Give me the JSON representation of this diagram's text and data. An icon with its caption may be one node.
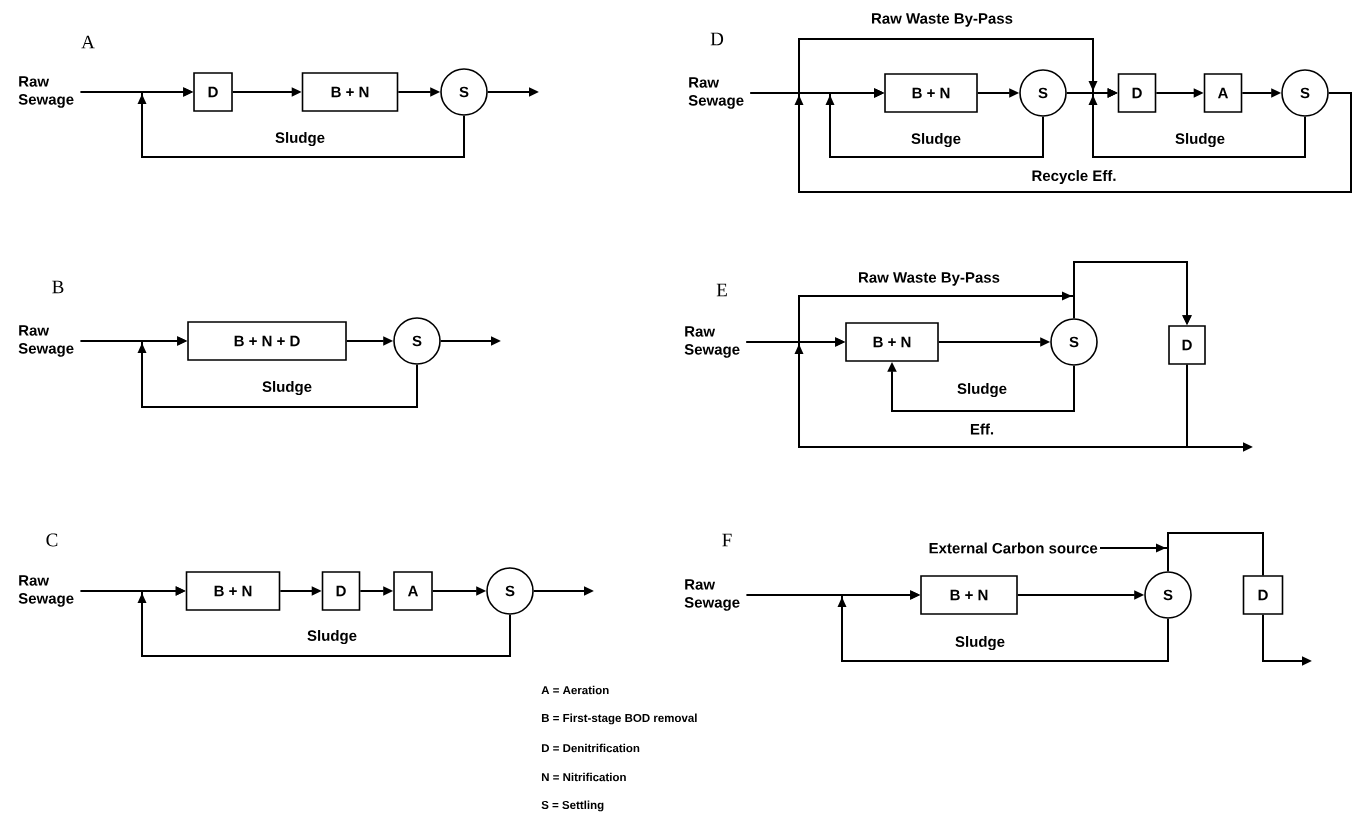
{
  "diagram": {
    "nodes": [
      {
        "text": [
          "Raw Sewage"
        ]
      },
      {
        "text": [
          "D"
        ]
      },
      {
        "text": [
          "B + N"
        ]
      },
      {
        "text": [
          "S"
        ]
      },
      {
        "text": [
          "Raw Sewage"
        ]
      },
      {
        "text": [
          "B + N + D"
        ]
      },
      {
        "text": [
          "S"
        ]
      },
      {
        "text": [
          "Raw Sewage"
        ]
      },
      {
        "text": [
          "B + N"
        ]
      },
      {
        "text": [
          "D"
        ]
      },
      {
        "text": [
          "A"
        ]
      },
      {
        "text": [
          "S"
        ]
      },
      {
        "text": [
          "Raw Sewage"
        ]
      },
      {
        "text": [
          "B + N"
        ]
      },
      {
        "text": [
          "S"
        ]
      },
      {
        "text": [
          "D"
        ]
      },
      {
        "text": [
          "A"
        ]
      },
      {
        "text": [
          "S"
        ]
      },
      {
        "text": [
          "Raw Sewage"
        ]
      },
      {
        "text": [
          "B + N"
        ]
      },
      {
        "text": [
          "S"
        ]
      },
      {
        "text": [
          "D"
        ]
      },
      {
        "text": [
          "Raw Sewage"
        ]
      },
      {
        "text": [
          "External Carbon source"
        ]
      },
      {
        "text": [
          "B + N"
        ]
      },
      {
        "text": [
          "S"
        ]
      },
      {
        "text": [
          "D"
        ]
      }
    ],
    "edges": [
      {
        "from": 0,
        "to": 1,
        "arrow": "to"
      },
      {
        "from": 1,
        "to": 2,
        "arrow": "to"
      },
      {
        "from": 2,
        "to": 3,
        "arrow": "to"
      },
      {
        "from": 3,
        "to": null,
        "arrow": "to"
      },
      {
        "from": 3,
        "to": 1,
        "arrow": "to",
        "label": "Sludge"
      },
      {
        "from": 4,
        "to": 5,
        "arrow": "to"
      },
      {
        "from": 5,
        "to": 6,
        "arrow": "to"
      },
      {
        "from": 6,
        "to": null,
        "arrow": "to"
      },
      {
        "from": 6,
        "to": 5,
        "arrow": "to",
        "label": "Sludge"
      },
      {
        "from": 7,
        "to": 8,
        "arrow": "to"
      },
      {
        "from": 8,
        "to": 9,
        "arrow": "to"
      },
      {
        "from": 9,
        "to": 10,
        "arrow": "to"
      },
      {
        "from": 10,
        "to": 11,
        "arrow": "to"
      },
      {
        "from": 11,
        "to": null,
        "arrow": "to"
      },
      {
        "from": 11,
        "to": 8,
        "arrow": "to",
        "label": "Sludge"
      },
      {
        "from": 12,
        "to": 13,
        "arrow": "to"
      },
      {
        "from": 12,
        "to": 15,
        "arrow": "to",
        "label": "Raw Waste By-Pass"
      },
      {
        "from": 13,
        "to": 14,
        "arrow": "to"
      },
      {
        "from": 14,
        "to": 15,
        "arrow": "to"
      },
      {
        "from": 14,
        "to": 13,
        "arrow": "to",
        "label": "Sludge"
      },
      {
        "from": 15,
        "to": 16,
        "arrow": "to"
      },
      {
        "from": 16,
        "to": 17,
        "arrow": "to"
      },
      {
        "from": 17,
        "to": 15,
        "arrow": "to",
        "label": "Sludge"
      },
      {
        "from": 17,
        "to": 13,
        "arrow": "to",
        "label": "Recycle Eff."
      },
      {
        "from": 18,
        "to": 19,
        "arrow": "to"
      },
      {
        "from": 18,
        "to": 21,
        "arrow": "to",
        "label": "Raw Waste By-Pass"
      },
      {
        "from": 19,
        "to": 20,
        "arrow": "to"
      },
      {
        "from": 20,
        "to": 21,
        "arrow": "to"
      },
      {
        "from": 20,
        "to": 19,
        "arrow": "to",
        "label": "Sludge"
      },
      {
        "from": 21,
        "to": null,
        "arrow": "to"
      },
      {
        "from": 21,
        "to": 19,
        "arrow": "to",
        "label": "Eff."
      },
      {
        "from": 22,
        "to": 24,
        "arrow": "to"
      },
      {
        "from": 23,
        "to": 26,
        "arrow": "to"
      },
      {
        "from": 24,
        "to": 25,
        "arrow": "to"
      },
      {
        "from": 25,
        "to": 26,
        "arrow": "none"
      },
      {
        "from": 25,
        "to": 24,
        "arrow": "to",
        "label": "Sludge"
      },
      {
        "from": 26,
        "to": null,
        "arrow": "to"
      }
    ],
    "labels": [
      "A",
      "D",
      "B",
      "E",
      "C",
      "F",
      "A = Aeration",
      "B = First-stage BOD removal",
      "D = Denitrification",
      "N = Nitrification",
      "S = Settling"
    ]
  }
}
